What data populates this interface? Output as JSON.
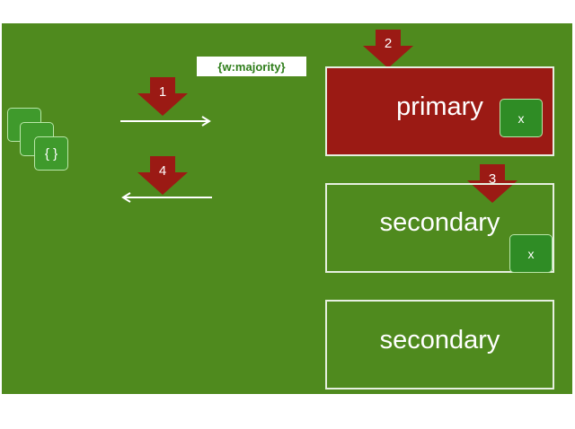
{
  "write_concern": "{w:majority}",
  "document_icon": "{ }",
  "steps": [
    "1",
    "2",
    "3",
    "4"
  ],
  "nodes": {
    "primary": "primary",
    "secondary_1": "secondary",
    "secondary_2": "secondary"
  },
  "badge_label": "x",
  "colors": {
    "background": "#4f8a1e",
    "primary": "#9b1a14",
    "step_arrow": "#9b1a14",
    "badge": "#2f8c25",
    "label_text": "#2e7d1a"
  }
}
